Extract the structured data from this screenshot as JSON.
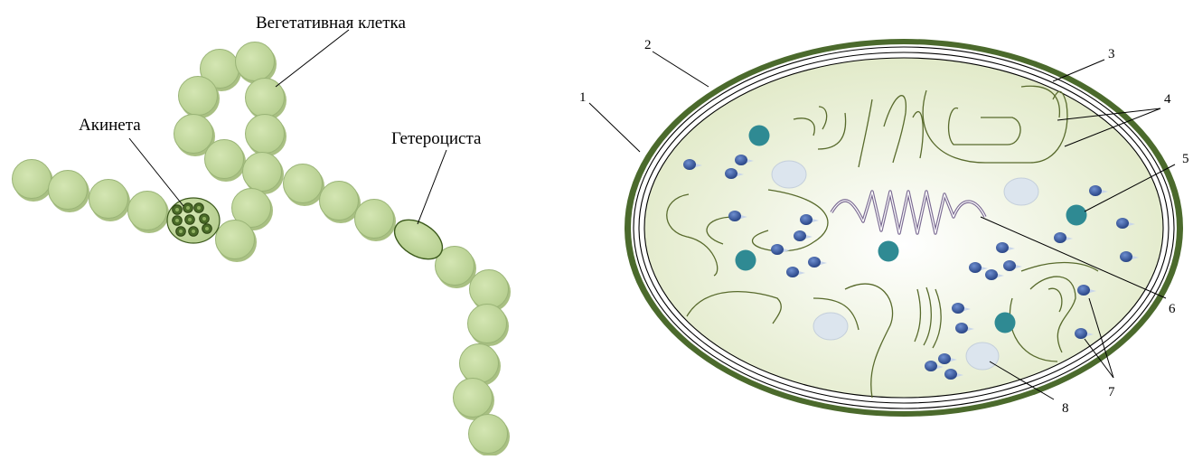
{
  "labels": {
    "vegetative": "Вегетативная клетка",
    "akineta": "Акинета",
    "heterocyst": "Гетероциста"
  },
  "numbers": {
    "n1": "1",
    "n2": "2",
    "n3": "3",
    "n4": "4",
    "n5": "5",
    "n6": "6",
    "n7": "7",
    "n8": "8"
  },
  "colors": {
    "cell_fill": "#c3d9a0",
    "cell_stroke": "#9ab477",
    "heterocyst_fill": "#bfd79a",
    "heterocyst_stroke": "#3c5a1c",
    "akinete_granule": "#4a6b28",
    "wall_outer": "#3f5a24",
    "cytoplasm": "#eef3dd",
    "thylakoid": "#5a6a2e",
    "carboxysome": "#2f8a93",
    "ribosome": "#3557a0",
    "inclusion": "#dde6ef",
    "nucleoid": "#5b4a6e"
  }
}
